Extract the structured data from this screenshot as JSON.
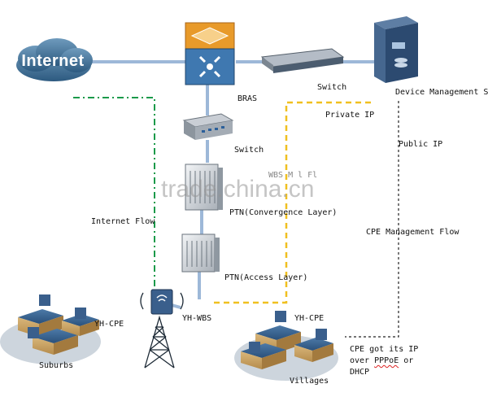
{
  "colors": {
    "link_blue": "#9db8d8",
    "internet_flow_green": "#1a9a4a",
    "management_flow_yellow": "#f0c020",
    "public_ip_black": "#222222",
    "cloud_blue": "#3d6f94",
    "bras_orange": "#e89a2a",
    "bras_blue": "#3f78b0"
  },
  "labels": {
    "internet": "Internet",
    "bras": "BRAS",
    "switch_top": "Switch",
    "device_mgmt": "Device Management Sy",
    "switch_mid": "Switch",
    "private_ip": "Private IP",
    "public_ip": "Public IP",
    "ptn_convergence": "PTN(Convergence Layer)",
    "ptn_access": "PTN(Access Layer)",
    "internet_flow": "Internet Flow",
    "cpe_mgmt_flow": "CPE Management Flow",
    "yh_wbs": "YH-WBS",
    "yh_cpe_left": "YH-CPE",
    "yh_cpe_right": "YH-CPE",
    "suburbs": "Suburbs",
    "villages": "Villages",
    "cpe_ip_line1": "CPE got its IP",
    "cpe_ip_line2_a": "over ",
    "cpe_ip_line2_b": "PPPoE",
    "cpe_ip_line2_c": " or",
    "cpe_ip_line3": "DHCP",
    "watermark": "trade.china.cn",
    "hidden_text": "WBS M        l Fl"
  },
  "icons": [
    "cloud-icon",
    "bras-router-icon",
    "switch-icon",
    "server-icon",
    "ptn-icon",
    "tower-icon",
    "house-icon",
    "antenna-icon"
  ]
}
